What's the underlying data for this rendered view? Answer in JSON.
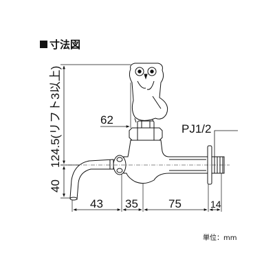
{
  "title": "寸法図",
  "dimensions": {
    "height_total": "124.5(リフト3以上)",
    "height_spout": "40",
    "owl_offset": "62",
    "thread": "PJ1/2",
    "spout_len": "43",
    "body_len": "35",
    "pipe_len": "75",
    "thread_len": "14"
  },
  "unit": "単位：mm"
}
